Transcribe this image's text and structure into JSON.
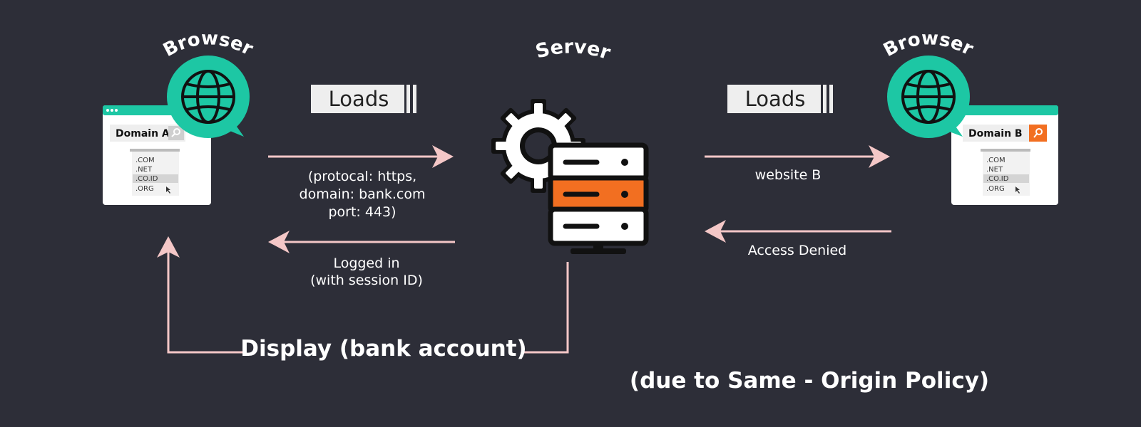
{
  "left_browser": {
    "title": "Browser",
    "domain": "Domain A",
    "tlds": [
      ".COM",
      ".NET",
      ".CO.ID",
      ".ORG"
    ]
  },
  "right_browser": {
    "title": "Browser",
    "domain": "Domain B",
    "tlds": [
      ".COM",
      ".NET",
      ".CO.ID",
      ".ORG"
    ]
  },
  "server": {
    "title": "Server"
  },
  "loads_left": "Loads",
  "loads_right": "Loads",
  "request_left": [
    "(protocal: https,",
    "domain: bank.com",
    "port: 443)"
  ],
  "response_left": [
    "Logged in",
    "(with session ID)"
  ],
  "request_right": "website B",
  "response_right": "Access Denied",
  "display": "Display (bank account)",
  "policy_note": "(due to Same - Origin Policy)",
  "colors": {
    "background": "#2d2e38",
    "teal": "#1dc7a4",
    "orange": "#f26f21",
    "arrow": "#f4c7c7"
  }
}
